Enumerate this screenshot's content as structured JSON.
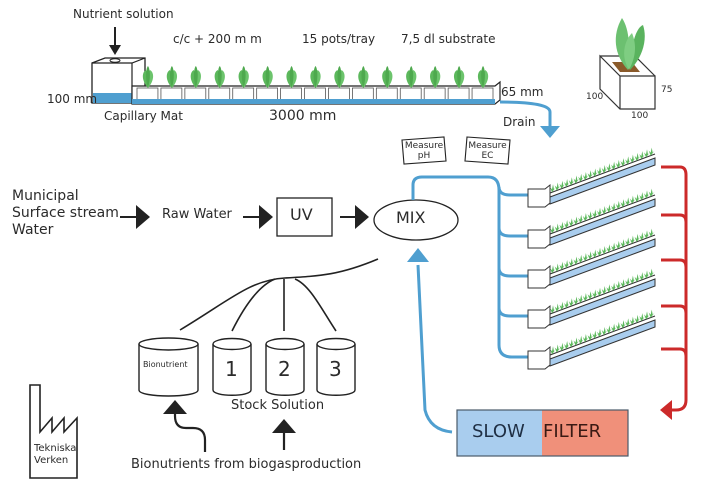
{
  "top_tray": {
    "nutrient_solution": "Nutrient solution",
    "spacing": "c/c + 200 m m",
    "pots_per_tray": "15 pots/tray",
    "substrate": "7,5 dl substrate",
    "height_left": "100 mm",
    "height_right": "65 mm",
    "capillary_mat": "Capillary Mat",
    "length": "3000 mm",
    "drain": "Drain"
  },
  "pot_detail": {
    "width": "100",
    "depth": "100",
    "height": "75"
  },
  "flow": {
    "source": [
      "Municipal",
      "Surface stream",
      "Water"
    ],
    "raw_water": "Raw Water",
    "uv": "UV",
    "mix": "MIX",
    "measure_ph": [
      "Measure",
      "pH"
    ],
    "measure_ec": [
      "Measure",
      "EC"
    ]
  },
  "stock": {
    "bionutrient": "Bionutrient",
    "tanks": [
      "1",
      "2",
      "3"
    ],
    "label": "Stock Solution",
    "source_label": "Bionutrients from biogasproduction"
  },
  "factory": {
    "name": [
      "Tekniska",
      "Verken"
    ]
  },
  "filter": {
    "part1": "SLOW",
    "part2": "FILTER"
  },
  "colors": {
    "water_blue": "#4f9fd0",
    "light_blue": "#a9cdee",
    "drain_red": "#cc2a2a",
    "filter_red": "#f0907a",
    "plant_green": "#5cb85c"
  }
}
